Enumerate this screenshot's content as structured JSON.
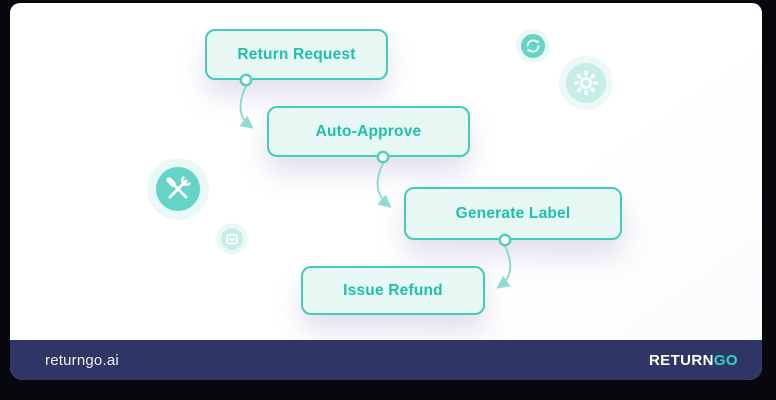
{
  "flow": {
    "nodes": [
      {
        "label": "Return Request"
      },
      {
        "label": "Auto-Approve"
      },
      {
        "label": "Generate Label"
      },
      {
        "label": "Issue Refund"
      }
    ]
  },
  "icons": [
    {
      "name": "tools-icon"
    },
    {
      "name": "bag-icon"
    },
    {
      "name": "sync-icon"
    },
    {
      "name": "gear-icon"
    }
  ],
  "footer": {
    "url": "returngo.ai",
    "brand_return": "RETURN",
    "brand_go": "GO"
  },
  "colors": {
    "page_background": "#07070e",
    "card_background": "#ffffff",
    "node_background": "#E7F8F4",
    "node_border": "#44CCB9",
    "node_text": "#1FC0AC",
    "arrow": "#8ADDD1",
    "dot_border": "#4FCFBC",
    "icon_solid": "#63D4C5",
    "icon_soft": "#C7EDE7",
    "icon_halo": "#E8F8F4",
    "footer_background": "#2F3564",
    "brand_accent": "#2DD6C4"
  }
}
